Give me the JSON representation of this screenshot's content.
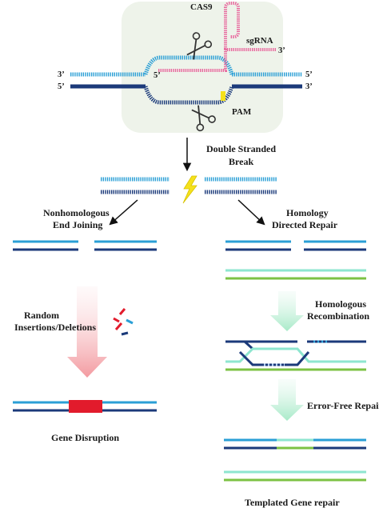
{
  "colors": {
    "strand_light": "#2a9fd6",
    "strand_dark": "#1b3a7a",
    "sgrna": "#e8679d",
    "donor_green": "#7cc243",
    "donor_mint": "#8ee6cf",
    "insert_red": "#e21b2c",
    "bolt": "#f5e11c",
    "cas9_bg": "#eef3ea"
  },
  "labels": {
    "cas9": "CAS9",
    "sgrna": "sgRNA",
    "pam": "PAM",
    "end_3_top_left": "3’",
    "end_5_bottom_left": "5’",
    "end_5_top_right": "5’",
    "end_3_bottom_right": "3’",
    "end_5_rna": "5’",
    "end_3_rna": "3’",
    "dsb_line1": "Double Stranded",
    "dsb_line2": "Break",
    "nhej_line1": "Nonhomologous",
    "nhej_line2": "End Joining",
    "hdr_line1": "Homology",
    "hdr_line2": "Directed Repair",
    "random_line1": "Random",
    "random_line2": "Insertions/Deletions",
    "homrec_line1": "Homologous",
    "homrec_line2": "Recombination",
    "error_free": "Error-Free Repair",
    "gene_disruption": "Gene Disruption",
    "templated": "Templated Gene repair"
  },
  "icons": [
    "scissors-icon",
    "lightning-bolt-icon",
    "arrow-icon"
  ]
}
